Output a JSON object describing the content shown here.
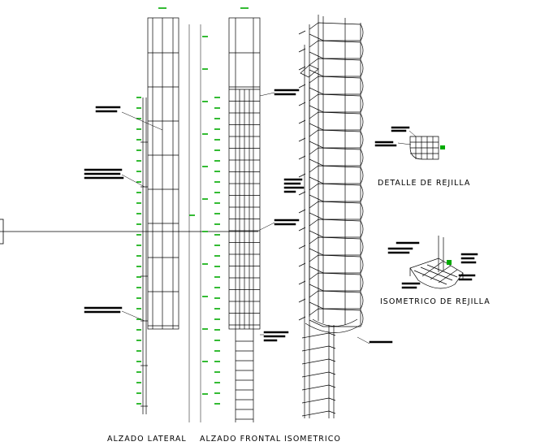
{
  "titles": {
    "alzado_lateral": "ALZADO LATERAL",
    "alzado_frontal": "ALZADO FRONTAL",
    "isometrico": "ISOMETRICO",
    "detalle_rejilla": "DETALLE DE REJILLA",
    "isometrico_rejilla": "ISOMETRICO DE REJILLA"
  },
  "colors": {
    "line": "#000000",
    "dimension": "#00aa00",
    "background": "#ffffff"
  }
}
